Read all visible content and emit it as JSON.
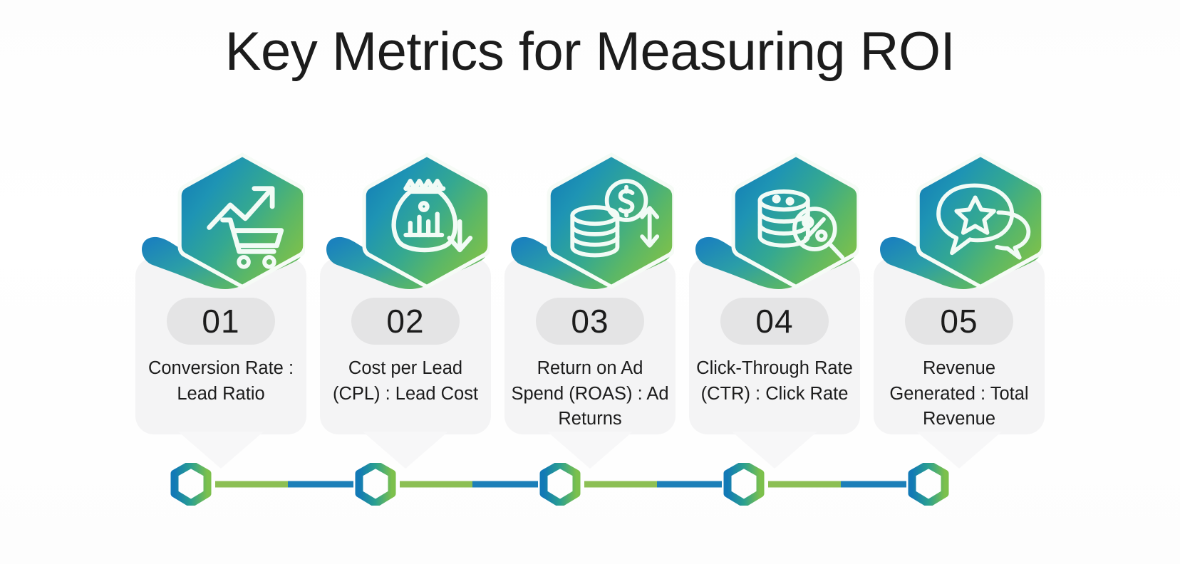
{
  "slide": {
    "title": "Key Metrics for Measuring ROI",
    "background_color": "#ffffff",
    "panel_color": "#f4f4f5",
    "pill_color": "#e4e4e5",
    "text_color": "#1c1c1c"
  },
  "palette": {
    "gradient_blue": "#1683b8",
    "gradient_teal": "#29a49f",
    "gradient_green": "#6fbc51",
    "line_green": "#8cbf54",
    "line_blue": "#1c7fb8"
  },
  "cards": [
    {
      "number": "01",
      "caption": "Conversion Rate : Lead Ratio",
      "icon": "cart-trending-up-icon"
    },
    {
      "number": "02",
      "caption": "Cost per Lead (CPL) : Lead Cost",
      "icon": "money-bag-arrow-down-icon"
    },
    {
      "number": "03",
      "caption": "Return on Ad Spend (ROAS) : Ad Returns",
      "icon": "coin-stack-dollar-arrows-icon"
    },
    {
      "number": "04",
      "caption": "Click-Through Rate (CTR) : Click Rate",
      "icon": "coin-stack-percent-magnifier-icon"
    },
    {
      "number": "05",
      "caption": "Revenue Generated : Total Revenue",
      "icon": "chat-bubble-star-icon"
    }
  ],
  "timeline": {
    "marker_count": 5,
    "marker_shape": "hollow-hexagon",
    "connector_segments": [
      "green",
      "blue"
    ]
  }
}
